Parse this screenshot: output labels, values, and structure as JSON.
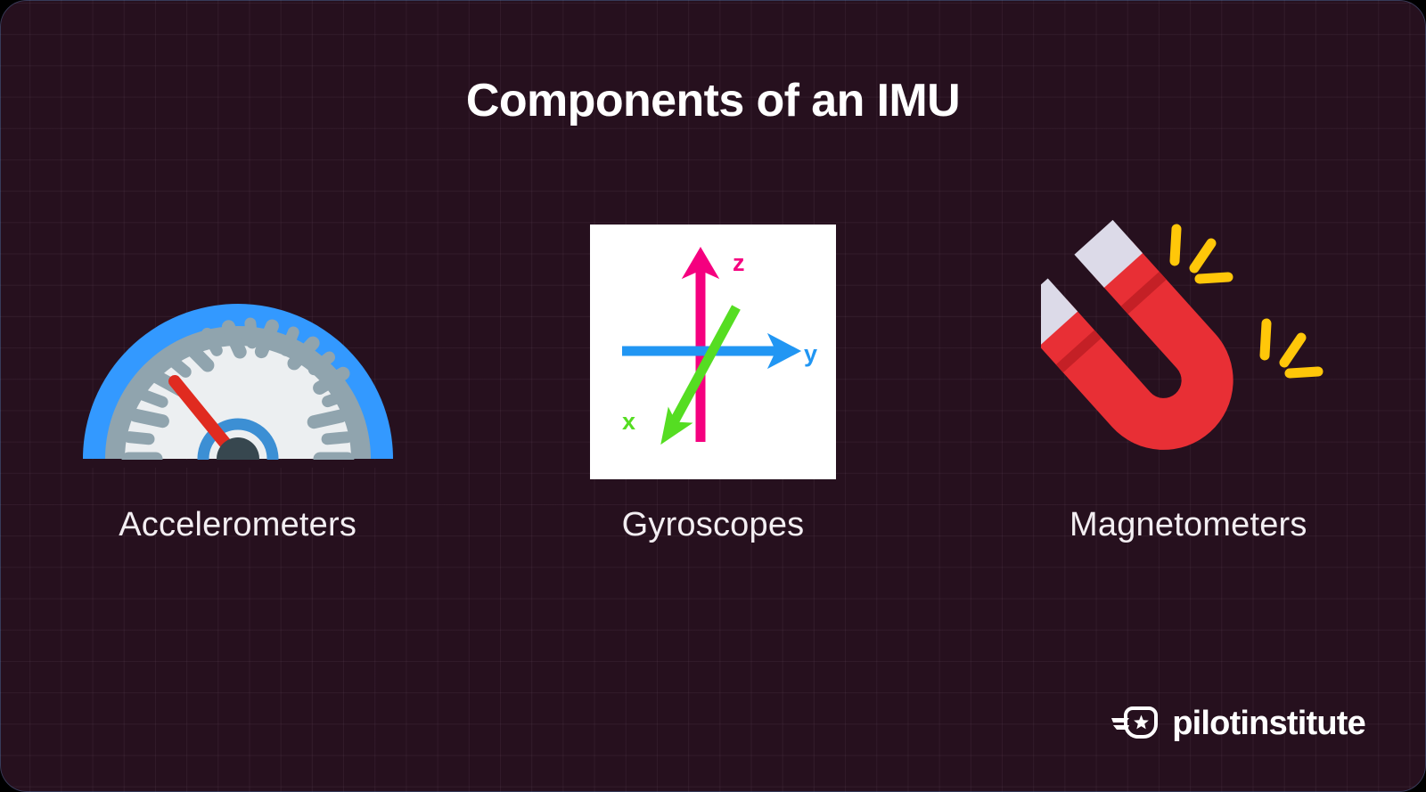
{
  "title": "Components of an IMU",
  "background": {
    "color": "#26101e",
    "grid_line_color": "#3a2030",
    "outside_color": "#000000"
  },
  "components": [
    {
      "id": "accelerometers",
      "label": "Accelerometers",
      "icon": "speedometer-gauge-icon",
      "icon_colors": {
        "outer_ring": "#3399FF",
        "bezel": "#90A4AE",
        "face": "#ECEFF1",
        "needle": "#E02B20",
        "hub": "#37474F",
        "arc": "#3C8FD4"
      }
    },
    {
      "id": "gyroscopes",
      "label": "Gyroscopes",
      "icon": "three-axis-gyroscope-icon",
      "card_color": "#FFFFFF",
      "axes": [
        {
          "name": "z",
          "label": "z",
          "color": "#F5007F",
          "direction": "up"
        },
        {
          "name": "y",
          "label": "y",
          "color": "#2196F3",
          "direction": "right"
        },
        {
          "name": "x",
          "label": "x",
          "color": "#55DD22",
          "direction": "down-left"
        }
      ]
    },
    {
      "id": "magnetometers",
      "label": "Magnetometers",
      "icon": "horseshoe-magnet-icon",
      "icon_colors": {
        "body": "#E82F35",
        "body_shade": "#C42026",
        "poles": "#DCDAE8",
        "sparks": "#FFC709"
      }
    }
  ],
  "brand": {
    "name": "pilotinstitute",
    "mark": "winged-shield-star-icon"
  }
}
